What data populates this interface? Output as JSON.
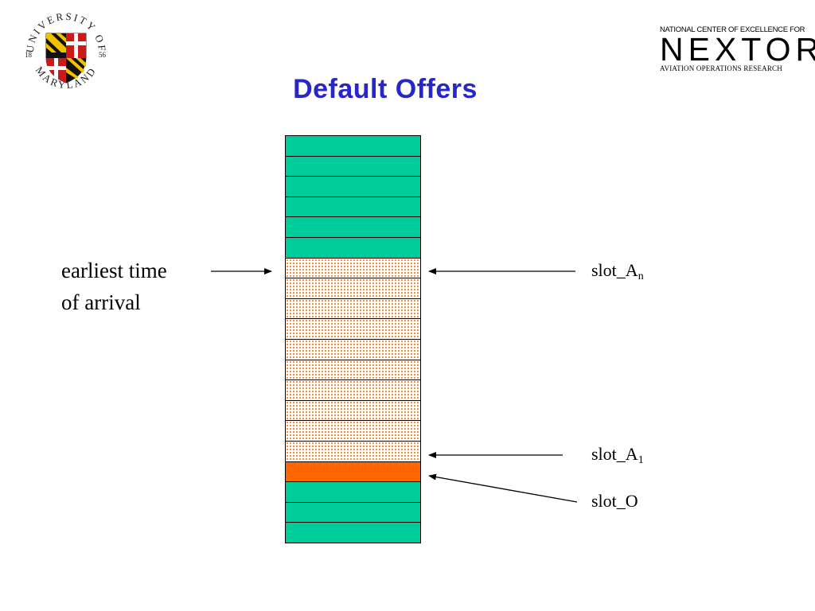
{
  "title": "Default Offers",
  "logo_left": {
    "text_top": "UNIVERSITY OF",
    "text_bottom": "MARYLAND",
    "year_left": "18",
    "year_right": "56"
  },
  "logo_right": {
    "line1": "NATIONAL CENTER OF EXCELLENCE FOR",
    "line2": "NEXTOR",
    "line3": "AVIATION OPERATIONS RESEARCH"
  },
  "left_label": {
    "line1": "earliest time",
    "line2": "of arrival"
  },
  "slot_labels": {
    "an": {
      "base": "slot_A",
      "sub": "n"
    },
    "a1": {
      "base": "slot_A",
      "sub": "1"
    },
    "o": {
      "base": "slot_O"
    }
  },
  "slots_top_to_bottom": [
    "green",
    "green",
    "green",
    "green",
    "green",
    "green",
    "dotted",
    "dotted",
    "dotted",
    "dotted",
    "dotted",
    "dotted",
    "dotted",
    "dotted",
    "dotted",
    "dotted",
    "orange",
    "green",
    "green",
    "green"
  ],
  "colors": {
    "title": "#2626c9",
    "green_slot": "#00cc99",
    "orange_slot": "#ff6600",
    "dotted_slot": "#ff7a1a"
  }
}
